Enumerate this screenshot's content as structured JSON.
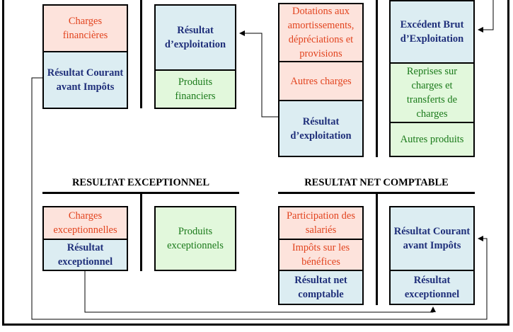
{
  "colors": {
    "charge_bg": "#fde3dc",
    "charge_text": "#e2441f",
    "result_bg": "#dcedf2",
    "result_text": "#1f2f7a",
    "product_bg": "#e2f8dc",
    "product_text": "#1a7a1a",
    "line": "#000000"
  },
  "sections": {
    "exceptionnel_title": "RESULTAT EXCEPTIONNEL",
    "net_title": "RESULTAT NET COMPTABLE"
  },
  "courant": {
    "charges_financieres": "Charges financières",
    "resultat_courant": "Résultat Courant avant Impôts",
    "resultat_exploitation": "Résultat d’exploitation",
    "produits_financiers": "Produits financiers"
  },
  "exploitation": {
    "dotations": "Dotations aux amortissements, dépréciations et provisions",
    "autres_charges": "Autres charges",
    "resultat_exploitation": "Résultat d’exploitation",
    "ebe": "Excédent Brut d’Exploitation",
    "reprises": "Reprises sur charges et transferts de charges",
    "autres_produits": "Autres produits"
  },
  "exceptionnel": {
    "charges": "Charges exceptionnelles",
    "resultat": "Résultat exceptionnel",
    "produits": "Produits exceptionnels"
  },
  "net": {
    "participation": "Participation des salariés",
    "impots": "Impôts sur les bénéfices",
    "resultat_net": "Résultat net comptable",
    "resultat_courant": "Résultat Courant avant Impôts",
    "resultat_exceptionnel": "Résultat exceptionnel"
  }
}
